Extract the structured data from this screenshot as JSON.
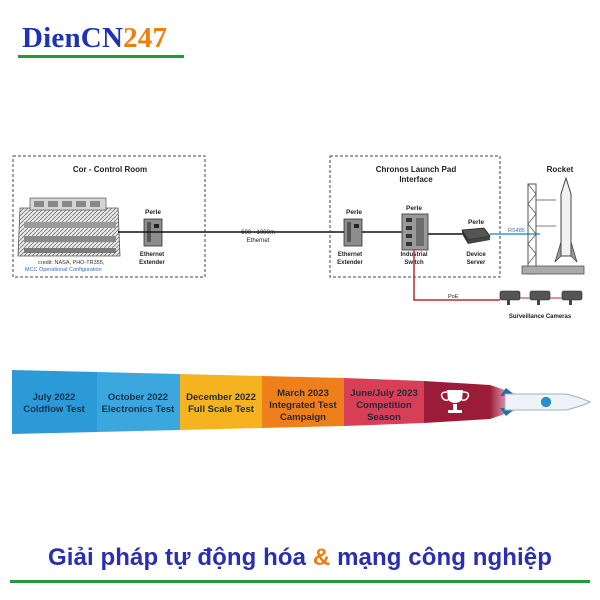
{
  "brand": {
    "name_part1": "DienCN",
    "name_part2": "247",
    "color1": "#1e33b4",
    "color2": "#f07d0d",
    "underline_color": "#1f9a3c"
  },
  "network": {
    "control_room_title": "Cor - Control Room",
    "credit_line1": "credit: NASA, PHO-TR355,",
    "credit_line2": "MCC Operational Configuration",
    "launch_pad_title_line1": "Chronos Launch Pad",
    "launch_pad_title_line2": "Interface",
    "rocket_label": "Rocket",
    "perle1_label": "Perle",
    "extender1_line1": "Ethernet",
    "extender1_line2": "Extender",
    "link_line1": "600 - 1000m",
    "link_line2": "Ethernet",
    "perle2_label": "Perle",
    "extender2_line1": "Ethernet",
    "extender2_line2": "Extender",
    "perle3_label": "Perle",
    "switch_line1": "Industrial",
    "switch_line2": "Switch",
    "perle4_label": "Perle",
    "server_line1": "Device",
    "server_line2": "Server",
    "rs485_label": "RS485",
    "poe_label": "PoE",
    "cameras_label": "Surveillance Cameras",
    "ethernet_color": "#111111",
    "rs485_color": "#2f9bd7",
    "poe_color": "#c0282e"
  },
  "timeline": [
    {
      "line1": "July 2022",
      "line2": "Coldflow Test",
      "line3": "",
      "color": "#2b9ad6"
    },
    {
      "line1": "October 2022",
      "line2": "Electronics Test",
      "line3": "",
      "color": "#3ba7de"
    },
    {
      "line1": "December 2022",
      "line2": "Full Scale Test",
      "line3": "",
      "color": "#f5b320"
    },
    {
      "line1": "March 2023",
      "line2": "Integrated Test",
      "line3": "Campaign",
      "color": "#ef7f1a"
    },
    {
      "line1": "June/July 2023",
      "line2": "Competition",
      "line3": "Season",
      "color": "#d73f57"
    }
  ],
  "trophy_segment_color": "#9b1c38",
  "footer": {
    "text_part1": "Giải pháp tự động hóa ",
    "text_amp": "&",
    "text_part2": " mạng công nghiệp",
    "color": "#2a2fb0"
  }
}
